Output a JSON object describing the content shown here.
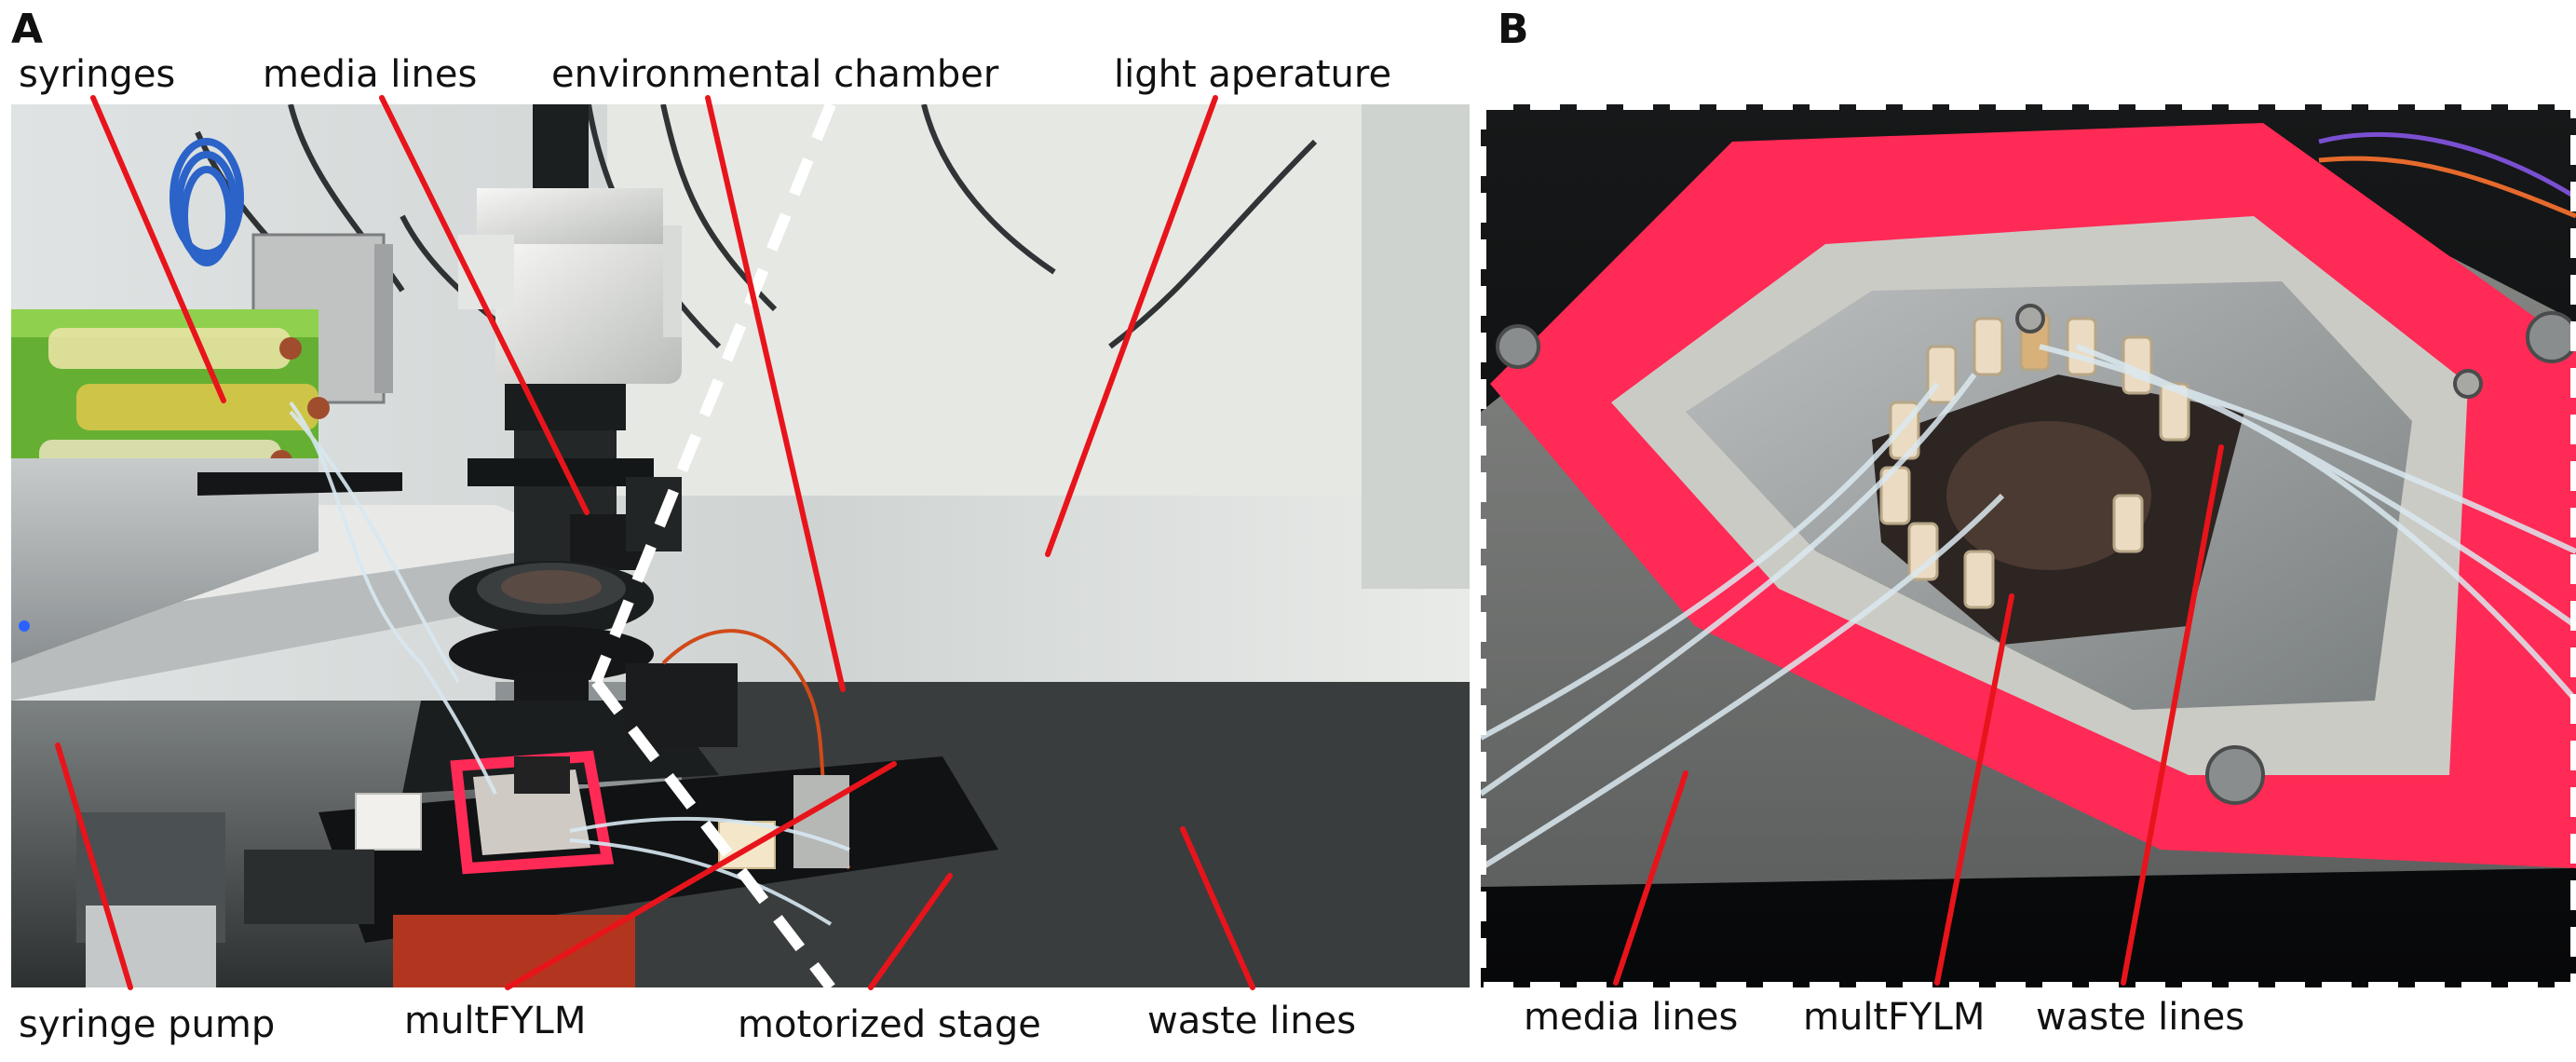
{
  "panels": {
    "a": {
      "letter": "A",
      "top_labels": [
        "syringes",
        "media lines",
        "environmental chamber",
        "light aperature"
      ],
      "bottom_labels": [
        "syringe pump",
        "multFYLM",
        "motorized stage",
        "waste lines"
      ]
    },
    "b": {
      "letter": "B",
      "bottom_labels": [
        "media lines",
        "multFYLM",
        "waste lines"
      ]
    }
  },
  "colors": {
    "pointer": "#e8141b",
    "pink_frame": "#ff2a55",
    "dashed": "#ffffff"
  }
}
